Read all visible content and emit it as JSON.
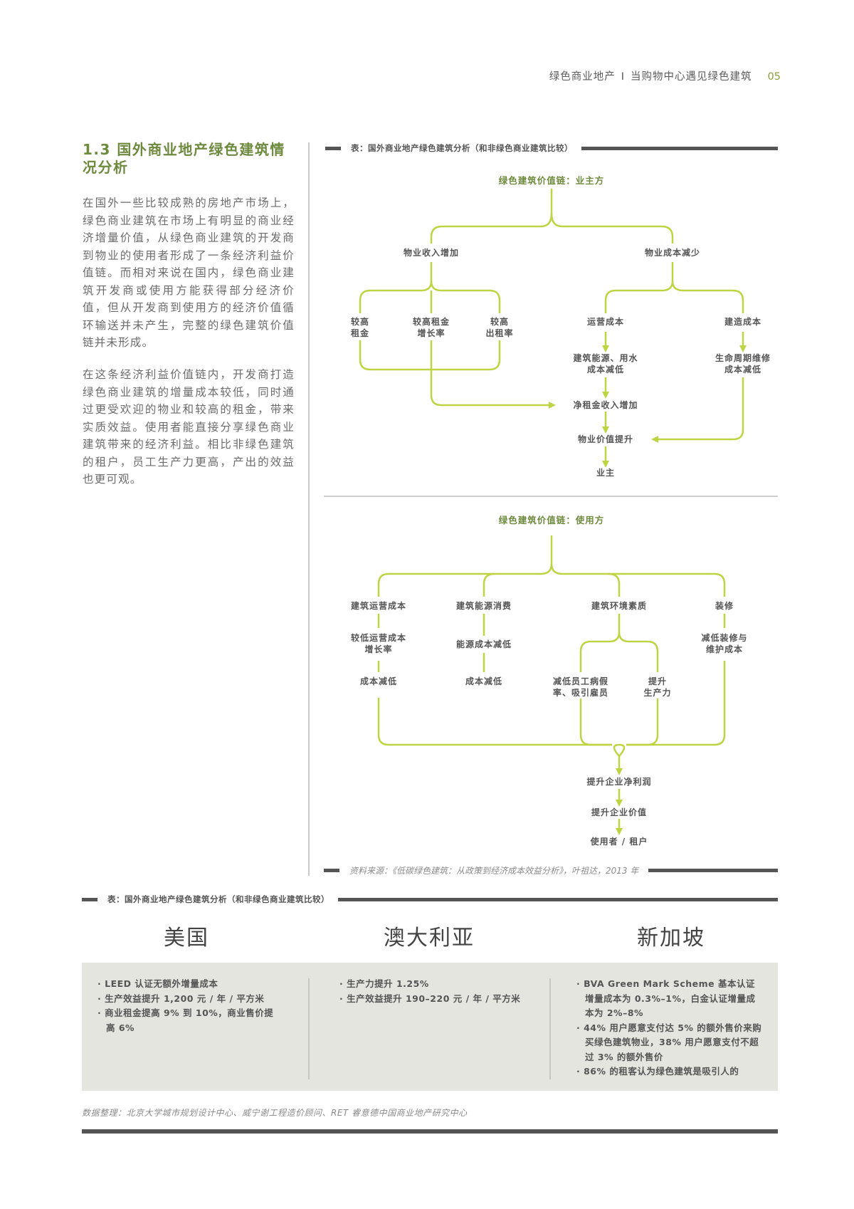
{
  "header": {
    "section": "绿色商业地产",
    "separator": "I",
    "title": "当购物中心遇见绿色建筑",
    "page_number": "05"
  },
  "section": {
    "title": "1.3 国外商业地产绿色建筑情况分析",
    "paragraphs": [
      "在国外一些比较成熟的房地产市场上，绿色商业建筑在市场上有明显的商业经济增量价值，从绿色商业建筑的开发商到物业的使用者形成了一条经济利益价值链。而相对来说在国内，绿色商业建筑开发商或使用方能获得部分经济价值，但从开发商到使用方的经济价值循环输送并未产生，完整的绿色建筑价值链并未形成。",
      "在这条经济利益价值链内，开发商打造绿色商业建筑的增量成本较低，同时通过更受欢迎的物业和较高的租金，带来实质效益。使用者能直接分享绿色商业建筑带来的经济利益。相比非绿色建筑的租户，员工生产力更高，产出的效益也更可观。"
    ]
  },
  "diagram": {
    "table_title": "表：国外商业地产绿色建筑分析（和非绿色商业建筑比较）",
    "owner_chain": {
      "title": "绿色建筑价值链：业主方",
      "branch_left": "物业收入增加",
      "branch_right": "物业成本减少",
      "left_items": [
        "较高\n租金",
        "较高租金\n增长率",
        "较高\n出租率"
      ],
      "right_items": [
        "运营成本",
        "建造成本"
      ],
      "ops_result": "建筑能源、用水\n成本减低",
      "build_result": "生命周期维修\n成本减低",
      "net_rent": "净租金收入增加",
      "value_up": "物业价值提升",
      "end": "业主"
    },
    "user_chain": {
      "title": "绿色建筑价值链：使用方",
      "branches": [
        {
          "label": "建筑运营成本",
          "sub": "较低运营成本\n增长率",
          "result": "成本减低"
        },
        {
          "label": "建筑能源消费",
          "sub": "能源成本减低",
          "result": "成本减低"
        },
        {
          "label": "建筑环境素质",
          "sub_left": "减低员工病假\n率、吸引雇员",
          "sub_right": "提升\n生产力"
        },
        {
          "label": "装修",
          "sub": "减低装修与\n维护成本"
        }
      ],
      "profit": "提升企业净利润",
      "value": "提升企业价值",
      "end": "使用者 / 租户"
    },
    "source": "资料来源：《低碳绿色建筑：从政策到经济成本效益分析》，叶祖达，2013 年"
  },
  "comparison": {
    "table_title": "表：国外商业地产绿色建筑分析（和非绿色商业建筑比较）",
    "countries": [
      {
        "name": "美国",
        "points": [
          "LEED 认证无额外增量成本",
          "生产效益提升 1,200 元 / 年 / 平方米",
          "商业租金提高 9% 到 10%，商业售价提高 6%"
        ]
      },
      {
        "name": "澳大利亚",
        "points": [
          "生产力提升 1.25%",
          "生产效益提升 190–220 元 / 年 / 平方米"
        ]
      },
      {
        "name": "新加坡",
        "points": [
          "BVA Green Mark Scheme 基本认证增量成本为 0.3%–1%，白金认证增量成本为 2%–8%",
          "44% 用户愿意支付达 5% 的额外售价来购买绿色建筑物业，38% 用户愿意支付不超过 3% 的额外售价",
          "86% 的租客认为绿色建筑是吸引人的"
        ]
      }
    ],
    "note": "数据整理：北京大学城市规划设计中心、威宁谢工程造价顾问、RET 睿意德中国商业地产研究中心"
  },
  "colors": {
    "accent_green": "#6e8a3e",
    "line_green": "#bfd443",
    "page_number": "#8aa13a",
    "panel_bg": "#e3e5de",
    "dark_bar": "#555555"
  }
}
